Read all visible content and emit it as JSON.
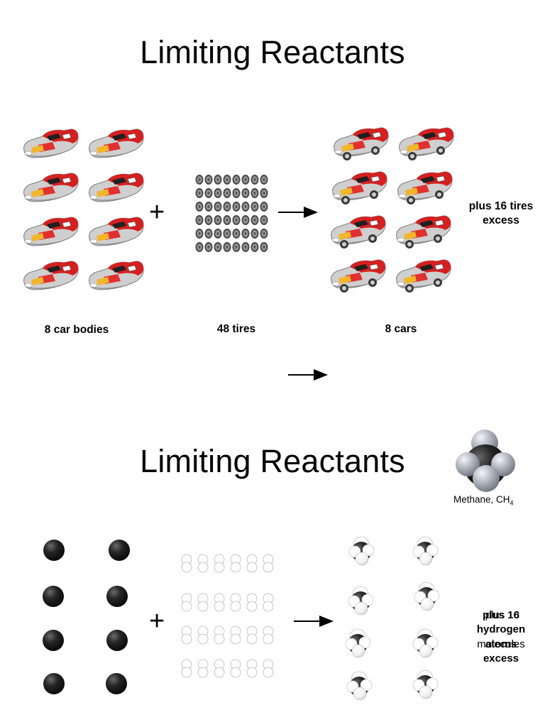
{
  "slide1": {
    "title": "Limiting Reactants",
    "reactant1_label": "8 car bodies",
    "reactant2_label": "48 tires",
    "product_label": "8 cars",
    "excess_label": "plus 16 tires excess",
    "plus_sign": "+"
  },
  "slide2": {
    "title": "Limiting Reactants",
    "methane_caption": "Methane, CH",
    "methane_subscript": "4",
    "plus_sign": "+",
    "excess_overlap": {
      "line1a": "plus 16",
      "line1b": "plus 18",
      "line2": "hydrogen",
      "line3a": "molecules",
      "line3b": "atoms",
      "line4": "excess"
    }
  },
  "colors": {
    "car_red": "#d62020",
    "car_silver": "#c8c8c8",
    "tire_gray": "#6a6a6a",
    "carbon_black": "#1e1e1e",
    "hydrogen_white": "#f4f4f4"
  },
  "icons": [
    "car-body-icon",
    "tire-icon",
    "car-icon",
    "carbon-atom-icon",
    "hydrogen-molecule-icon",
    "methane-molecule-icon",
    "reaction-arrow-icon"
  ]
}
